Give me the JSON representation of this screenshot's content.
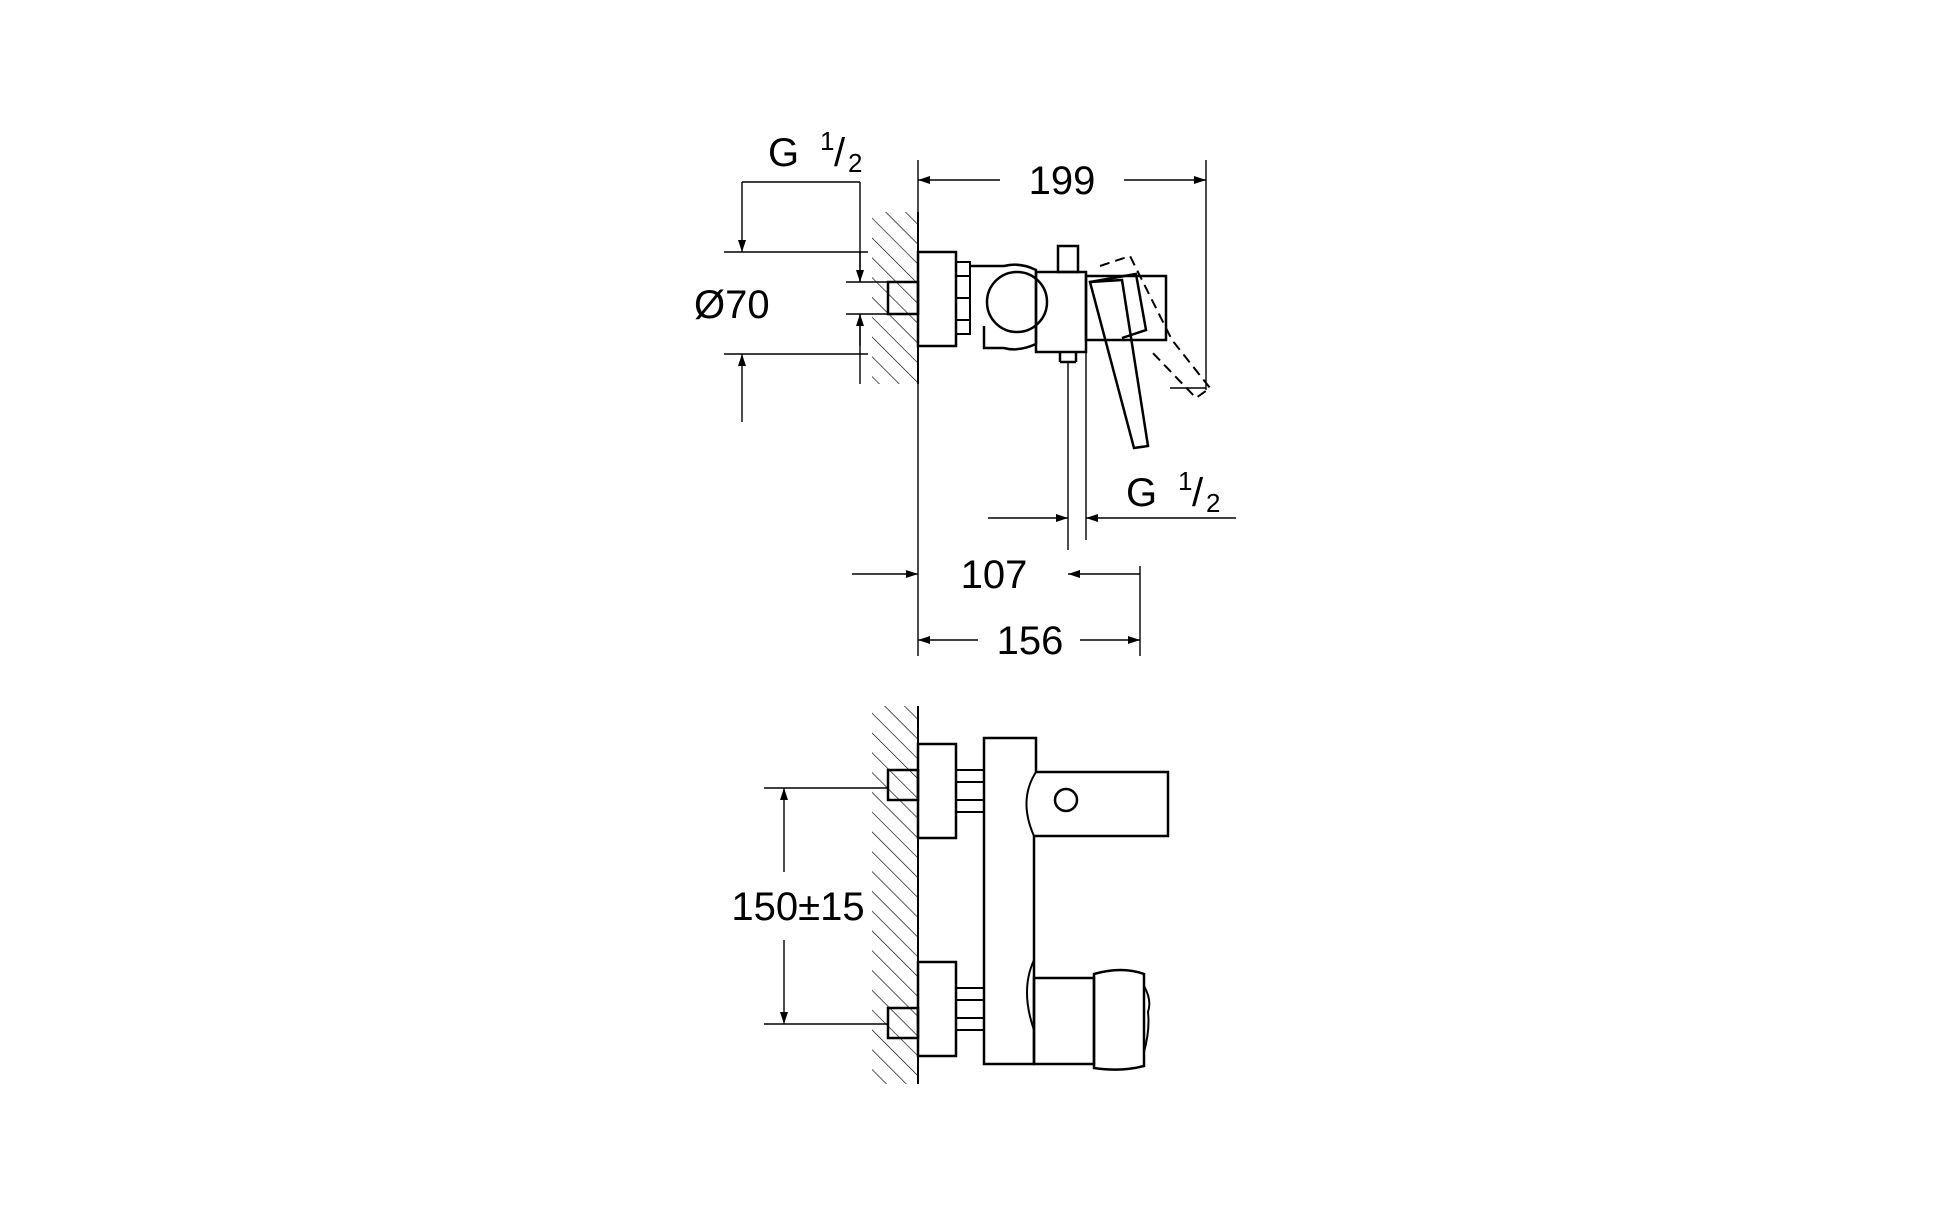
{
  "side_view": {
    "thread_top": {
      "letter": "G",
      "num": "1",
      "den": "2"
    },
    "diameter": "Ø70",
    "width_overall": "199",
    "thread_bottom": {
      "letter": "G",
      "num": "1",
      "den": "2"
    },
    "depth_small": "107",
    "depth_large": "156"
  },
  "front_view": {
    "spacing": "150±15"
  },
  "colors": {
    "line": "#000000",
    "background": "#ffffff"
  }
}
